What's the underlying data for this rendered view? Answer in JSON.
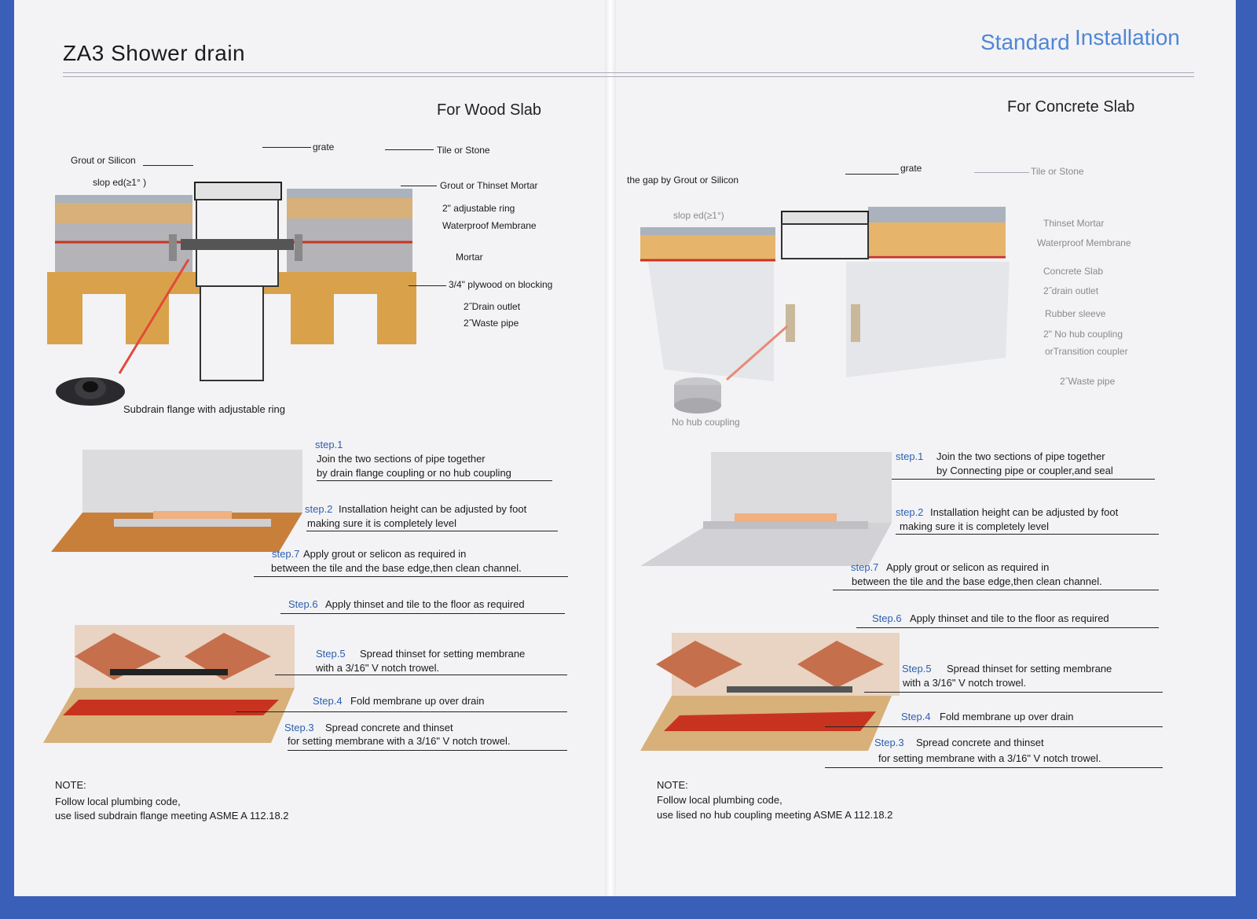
{
  "header": {
    "left_title": "ZA3 Shower  drain",
    "right_title_1": "Standard",
    "right_title_2": "Installation"
  },
  "wood": {
    "subtitle": "For Wood  Slab",
    "labels": {
      "grout_or_silicon": "Grout or Silicon",
      "slope": "slop ed(≥1° )",
      "grate": "grate",
      "tile_or_stone": "Tile or Stone",
      "grout_thinset": "Grout or Thinset Mortar",
      "adjustable_ring": "2\" adjustable ring",
      "waterproof_membrane": "Waterproof Membrane",
      "mortar": "Mortar",
      "plywood": "3/4\" plywood on blocking",
      "drain_outlet": "2˝Drain outlet",
      "waste_pipe": "2˝Waste pipe",
      "subdrain_flange": "Subdrain flange with adjustable ring"
    },
    "steps": {
      "s1_label": "step.1",
      "s1_line1": "Join the two sections of pipe together",
      "s1_line2": "by drain flange coupling or no hub coupling",
      "s2_label": "step.2",
      "s2_line1": "Installation height  can be adjusted by foot",
      "s2_line2": "making sure it is completely level",
      "s7_label": "step.7",
      "s7_line1": "Apply grout or selicon as required in",
      "s7_line2": "between the tile and the base edge,then clean channel.",
      "s6_label": "Step.6",
      "s6_text": "Apply thinset and tile to the floor as required",
      "s5_label": "Step.5",
      "s5_line1": "Spread thinset for setting membrane",
      "s5_line2": "with a 3/16\" V notch trowel.",
      "s4_label": "Step.4",
      "s4_text": "Fold membrane up over drain",
      "s3_label": "Step.3",
      "s3_line1": "Spread concrete and  thinset",
      "s3_line2": "for setting membrane with a 3/16\" V notch trowel."
    },
    "note": {
      "title": "NOTE:",
      "line1": " Follow local plumbing code,",
      "line2": "use lised subdrain flange meeting ASME A 112.18.2"
    }
  },
  "concrete": {
    "subtitle": "For Concrete  Slab",
    "labels": {
      "gap": "the gap by Grout or Silicon",
      "grate": "grate",
      "tile_or_stone": "Tile or Stone",
      "slope": "slop ed(≥1°)",
      "thinset": "Thinset Mortar",
      "waterproof_membrane": "Waterproof Membrane",
      "concrete_slab": "Concrete Slab",
      "drain_outlet": "2˝drain outlet",
      "rubber_sleeve": "Rubber  sleeve",
      "no_hub_coupling": "2\" No hub coupling",
      "transition_coupler": "orTransition coupler",
      "waste_pipe": "2˝Waste pipe",
      "no_hub": "No hub coupling"
    },
    "steps": {
      "s1_label": "step.1",
      "s1_line1": "Join the two sections of pipe together",
      "s1_line2": "by Connecting pipe or coupler,and seal",
      "s2_label": "step.2",
      "s2_line1": "Installation height  can be adjusted by foot",
      "s2_line2": "making sure it is completely level",
      "s7_label": "step.7",
      "s7_line1": "Apply grout or selicon as required in",
      "s7_line2": "between the tile and the base edge,then clean channel.",
      "s6_label": "Step.6",
      "s6_text": "Apply thinset and tile to the floor as required",
      "s5_label": "Step.5",
      "s5_line1": "Spread thinset for setting membrane",
      "s5_line2": "with a 3/16\" V notch trowel.",
      "s4_label": "Step.4",
      "s4_text": "Fold membrane up over drain",
      "s3_label": "Step.3",
      "s3_line1": "Spread concrete and  thinset",
      "s3_line2": "for setting membrane with a 3/16\" V notch trowel."
    },
    "note": {
      "title": "NOTE:",
      "line1": " Follow local plumbing code,",
      "line2": "use lised no hub coupling meeting ASME A 112.18.2"
    }
  },
  "colors": {
    "background": "#3a5fb8",
    "paper": "#f3f3f5",
    "accent_blue": "#4f86d6",
    "step_blue": "#2c5fb0",
    "membrane_red": "#c8331f",
    "wood": "#d9a24a",
    "mortar": "#d7b07a"
  }
}
